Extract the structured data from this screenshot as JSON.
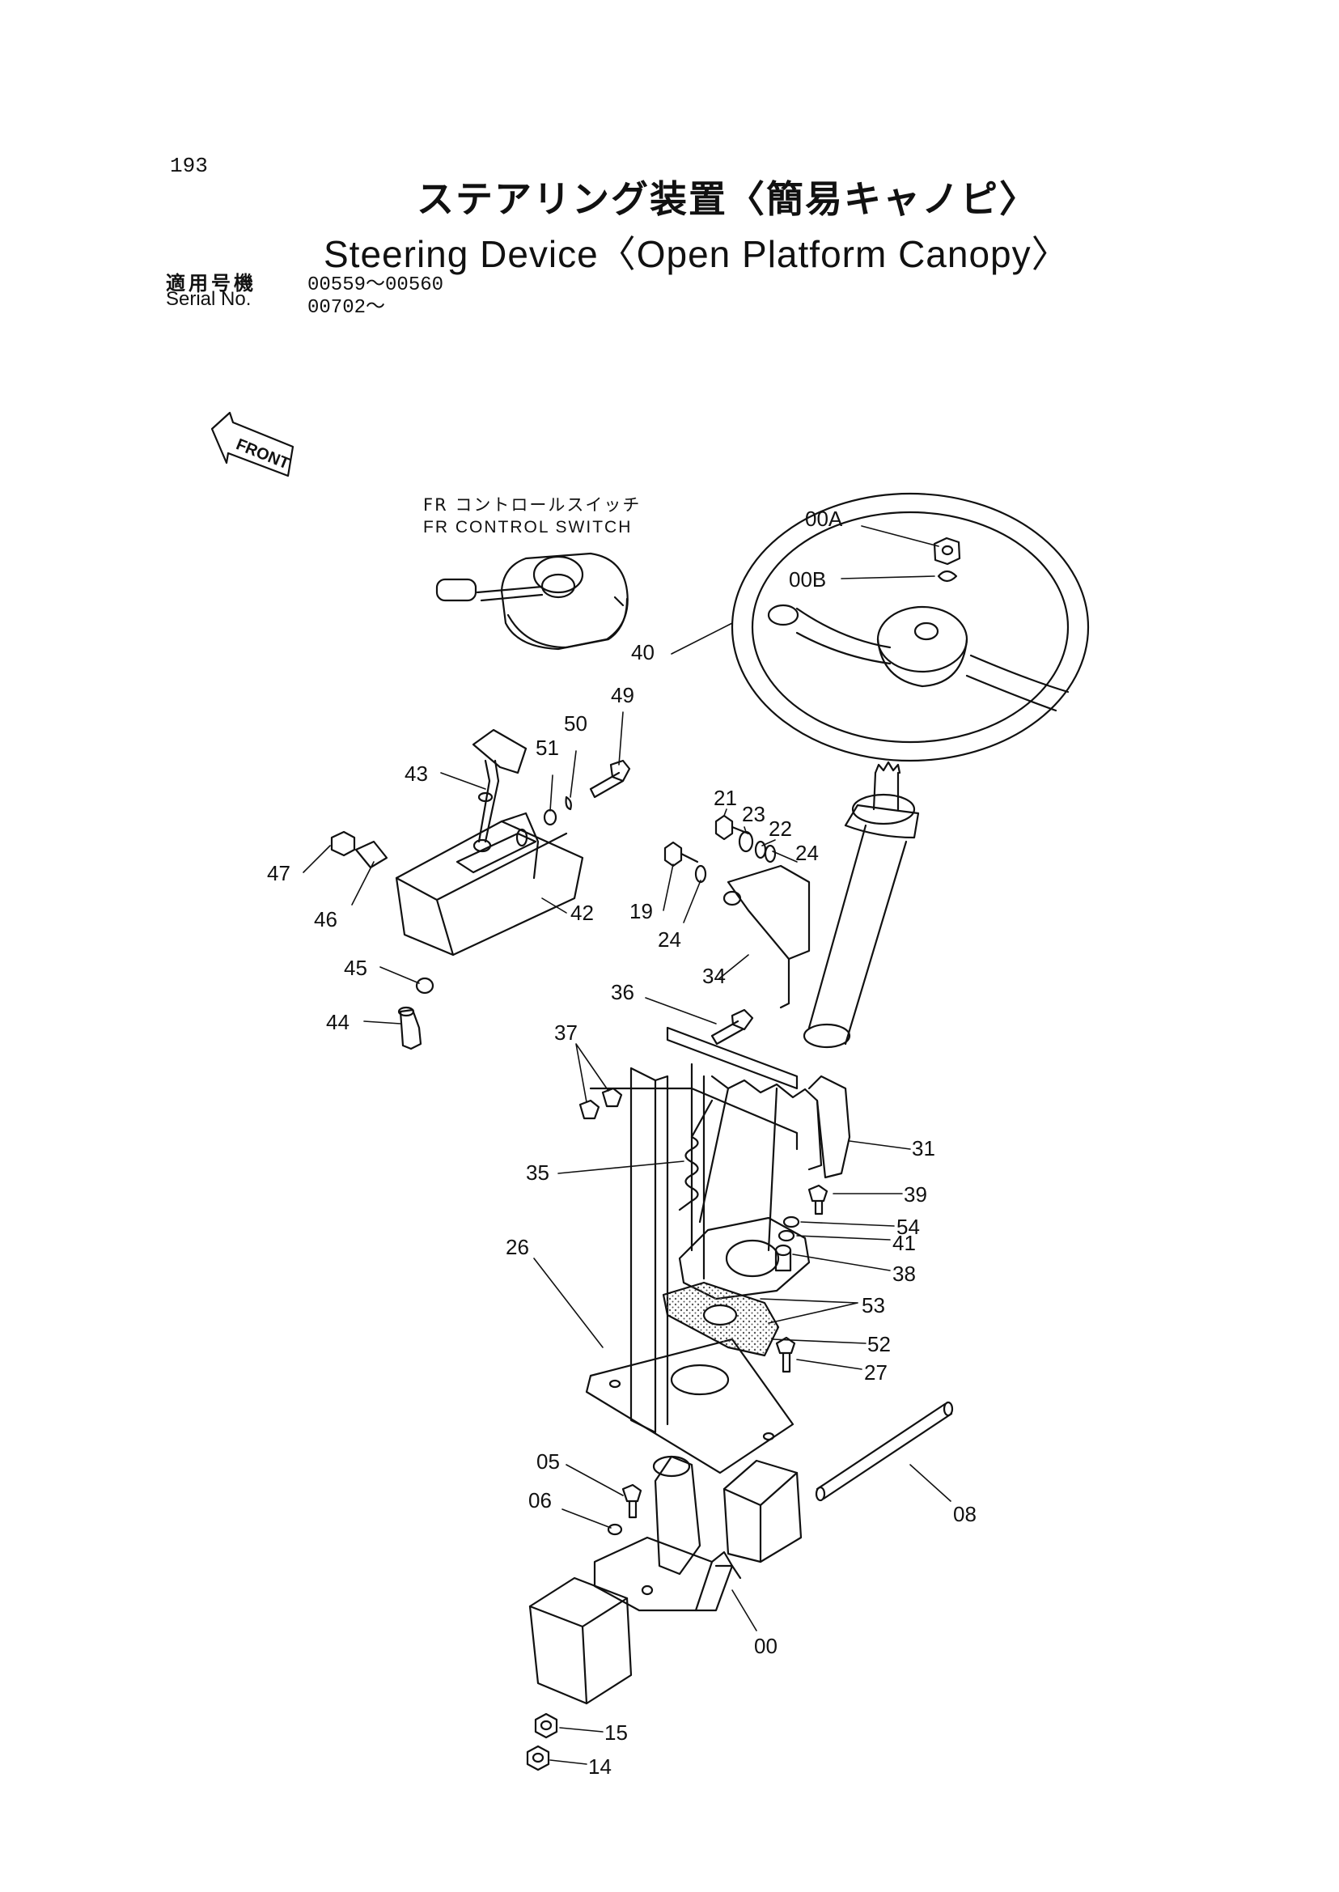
{
  "page_number": "193",
  "title_jp": "ステアリング装置〈簡易キャノピ〉",
  "title_en": "Steering Device〈Open Platform Canopy〉",
  "serial": {
    "label_jp": "適用号機",
    "label_en": "Serial No.",
    "range_1": "00559～00560",
    "range_2": "00702～"
  },
  "front_label": "FRONT",
  "switch_label": {
    "jp": "FR コントロールスイッチ",
    "en": "FR CONTROL SWITCH"
  },
  "callouts": {
    "c00A": "00A",
    "c00B": "00B",
    "c40": "40",
    "c49": "49",
    "c50": "50",
    "c51": "51",
    "c43": "43",
    "c47": "47",
    "c46": "46",
    "c42": "42",
    "c45": "45",
    "c44": "44",
    "c21": "21",
    "c23": "23",
    "c22": "22",
    "c24a": "24",
    "c19": "19",
    "c24b": "24",
    "c34": "34",
    "c36": "36",
    "c37": "37",
    "c31": "31",
    "c35": "35",
    "c39": "39",
    "c54": "54",
    "c41": "41",
    "c26": "26",
    "c38": "38",
    "c53": "53",
    "c52": "52",
    "c27": "27",
    "c05": "05",
    "c06": "06",
    "c08": "08",
    "c00": "00",
    "c15": "15",
    "c14": "14"
  },
  "colors": {
    "ink": "#111111",
    "stipple": "#555555"
  }
}
